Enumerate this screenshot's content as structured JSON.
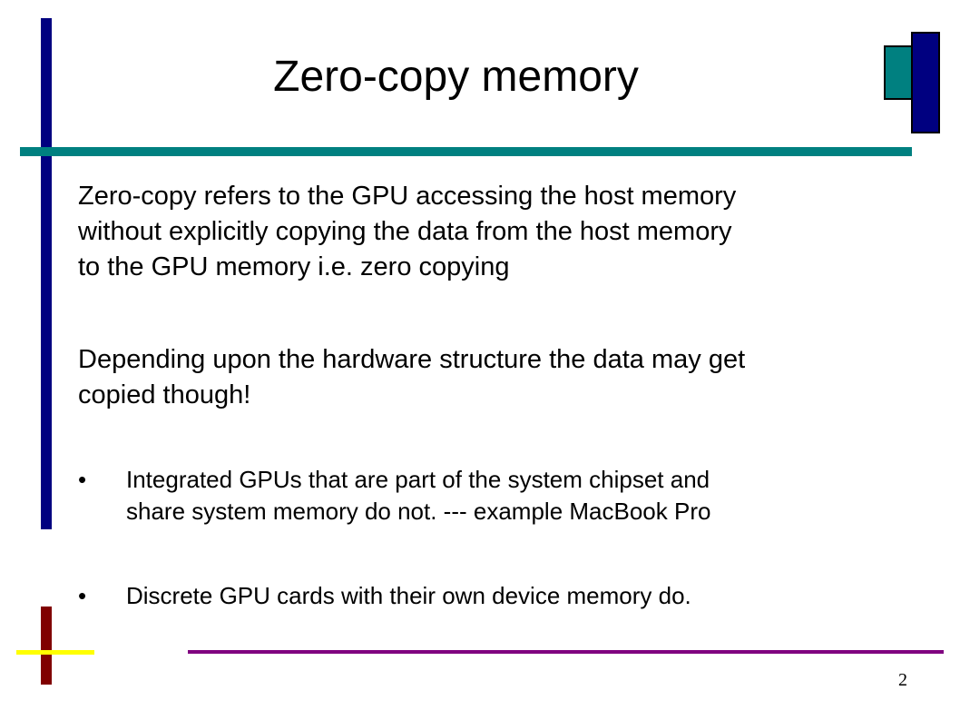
{
  "slide": {
    "title": "Zero-copy memory",
    "paragraphs": [
      [
        "Zero-copy refers to the GPU accessing the host memory",
        "without explicitly copying the data from the host memory",
        "to the GPU memory i.e. zero copying"
      ],
      [
        "Depending upon the hardware structure the data may get",
        "copied though!"
      ]
    ],
    "bullet_symbol": "•",
    "bullets": [
      [
        "Integrated GPUs that are part of the system chipset and",
        "share system memory do not.  --- example MacBook Pro"
      ],
      [
        "Discrete GPU cards with their own device memory do."
      ]
    ],
    "page_number": "2"
  },
  "colors": {
    "left_bar": "#000080",
    "top_bar": "#008080",
    "deco_square": "#008080",
    "deco_rect": "#000080",
    "bottom_vertical": "#800000",
    "bottom_horizontal": "#FFFF00",
    "bottom_rule": "#800080"
  }
}
